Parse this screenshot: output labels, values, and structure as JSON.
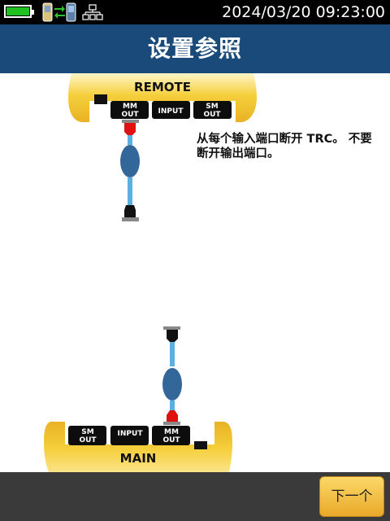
{
  "status_bar": {
    "datetime": "2024/03/20  09:23:00",
    "battery_color": "#20c020"
  },
  "header": {
    "title": "设置参照",
    "background": "#1a4a7a"
  },
  "remote_unit": {
    "label": "REMOTE",
    "ports": [
      {
        "line1": "MM",
        "line2": "OUT"
      },
      {
        "line1": "INPUT",
        "line2": ""
      },
      {
        "line1": "SM",
        "line2": "OUT"
      }
    ]
  },
  "main_unit": {
    "label": "MAIN",
    "ports": [
      {
        "line1": "SM",
        "line2": "OUT"
      },
      {
        "line1": "INPUT",
        "line2": ""
      },
      {
        "line1": "MM",
        "line2": "OUT"
      }
    ]
  },
  "instruction": "从每个输入端口断开 TRC。 不要断开输出端口。",
  "footer": {
    "next_label": "下一个"
  },
  "colors": {
    "unit_yellow": "#f3c93a",
    "cable_blue": "#5ab0e0",
    "connector_red": "#e01010"
  }
}
